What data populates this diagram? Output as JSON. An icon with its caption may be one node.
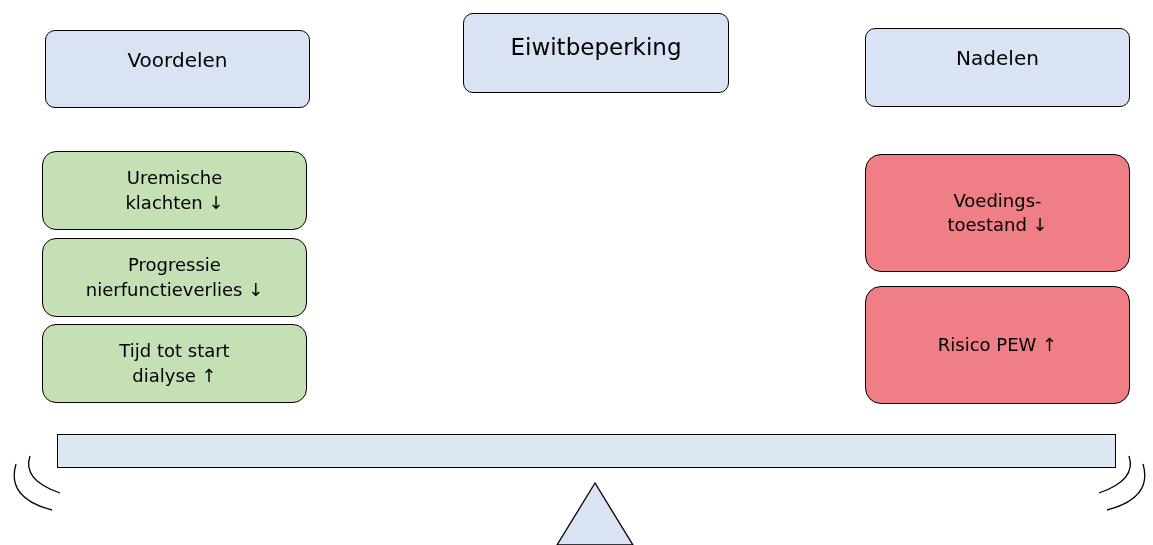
{
  "diagram": {
    "nodes": [
      {
        "text": [
          "Voordelen"
        ]
      },
      {
        "text": [
          "Eiwitbeperking"
        ]
      },
      {
        "text": [
          "Nadelen"
        ]
      },
      {
        "text": [
          "Uremische klachten ↓"
        ]
      },
      {
        "text": [
          "Progressie nierfunctieverlies ↓"
        ]
      },
      {
        "text": [
          "Tijd tot start dialyse ↑"
        ]
      },
      {
        "text": [
          "Voedings- toestand ↓"
        ]
      },
      {
        "text": [
          "Risico PEW ↑"
        ]
      },
      {
        "text": [],
        "shape": "bar"
      },
      {
        "text": [],
        "shape": "triangle"
      }
    ],
    "edges": []
  }
}
